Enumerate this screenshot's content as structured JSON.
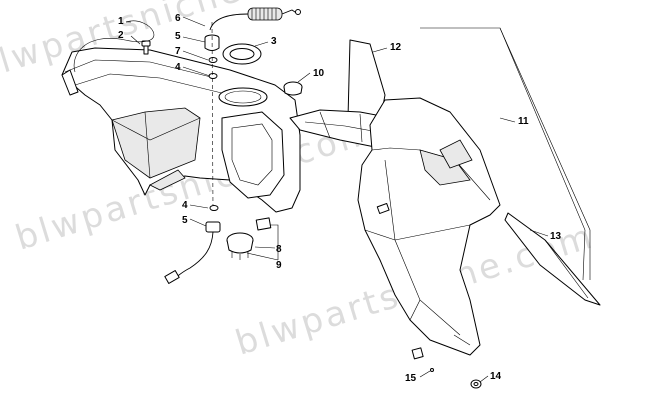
{
  "watermark": "blwpartsniche.com",
  "callouts": [
    {
      "id": "1",
      "text": "1"
    },
    {
      "id": "2",
      "text": "2"
    },
    {
      "id": "3",
      "text": "3"
    },
    {
      "id": "4a",
      "text": "4"
    },
    {
      "id": "4b",
      "text": "4"
    },
    {
      "id": "5a",
      "text": "5"
    },
    {
      "id": "5b",
      "text": "5"
    },
    {
      "id": "6",
      "text": "6"
    },
    {
      "id": "7",
      "text": "7"
    },
    {
      "id": "8",
      "text": "8"
    },
    {
      "id": "9",
      "text": "9"
    },
    {
      "id": "10",
      "text": "10"
    },
    {
      "id": "11",
      "text": "11"
    },
    {
      "id": "12",
      "text": "12"
    },
    {
      "id": "13",
      "text": "13"
    },
    {
      "id": "14",
      "text": "14"
    },
    {
      "id": "15",
      "text": "15"
    }
  ]
}
